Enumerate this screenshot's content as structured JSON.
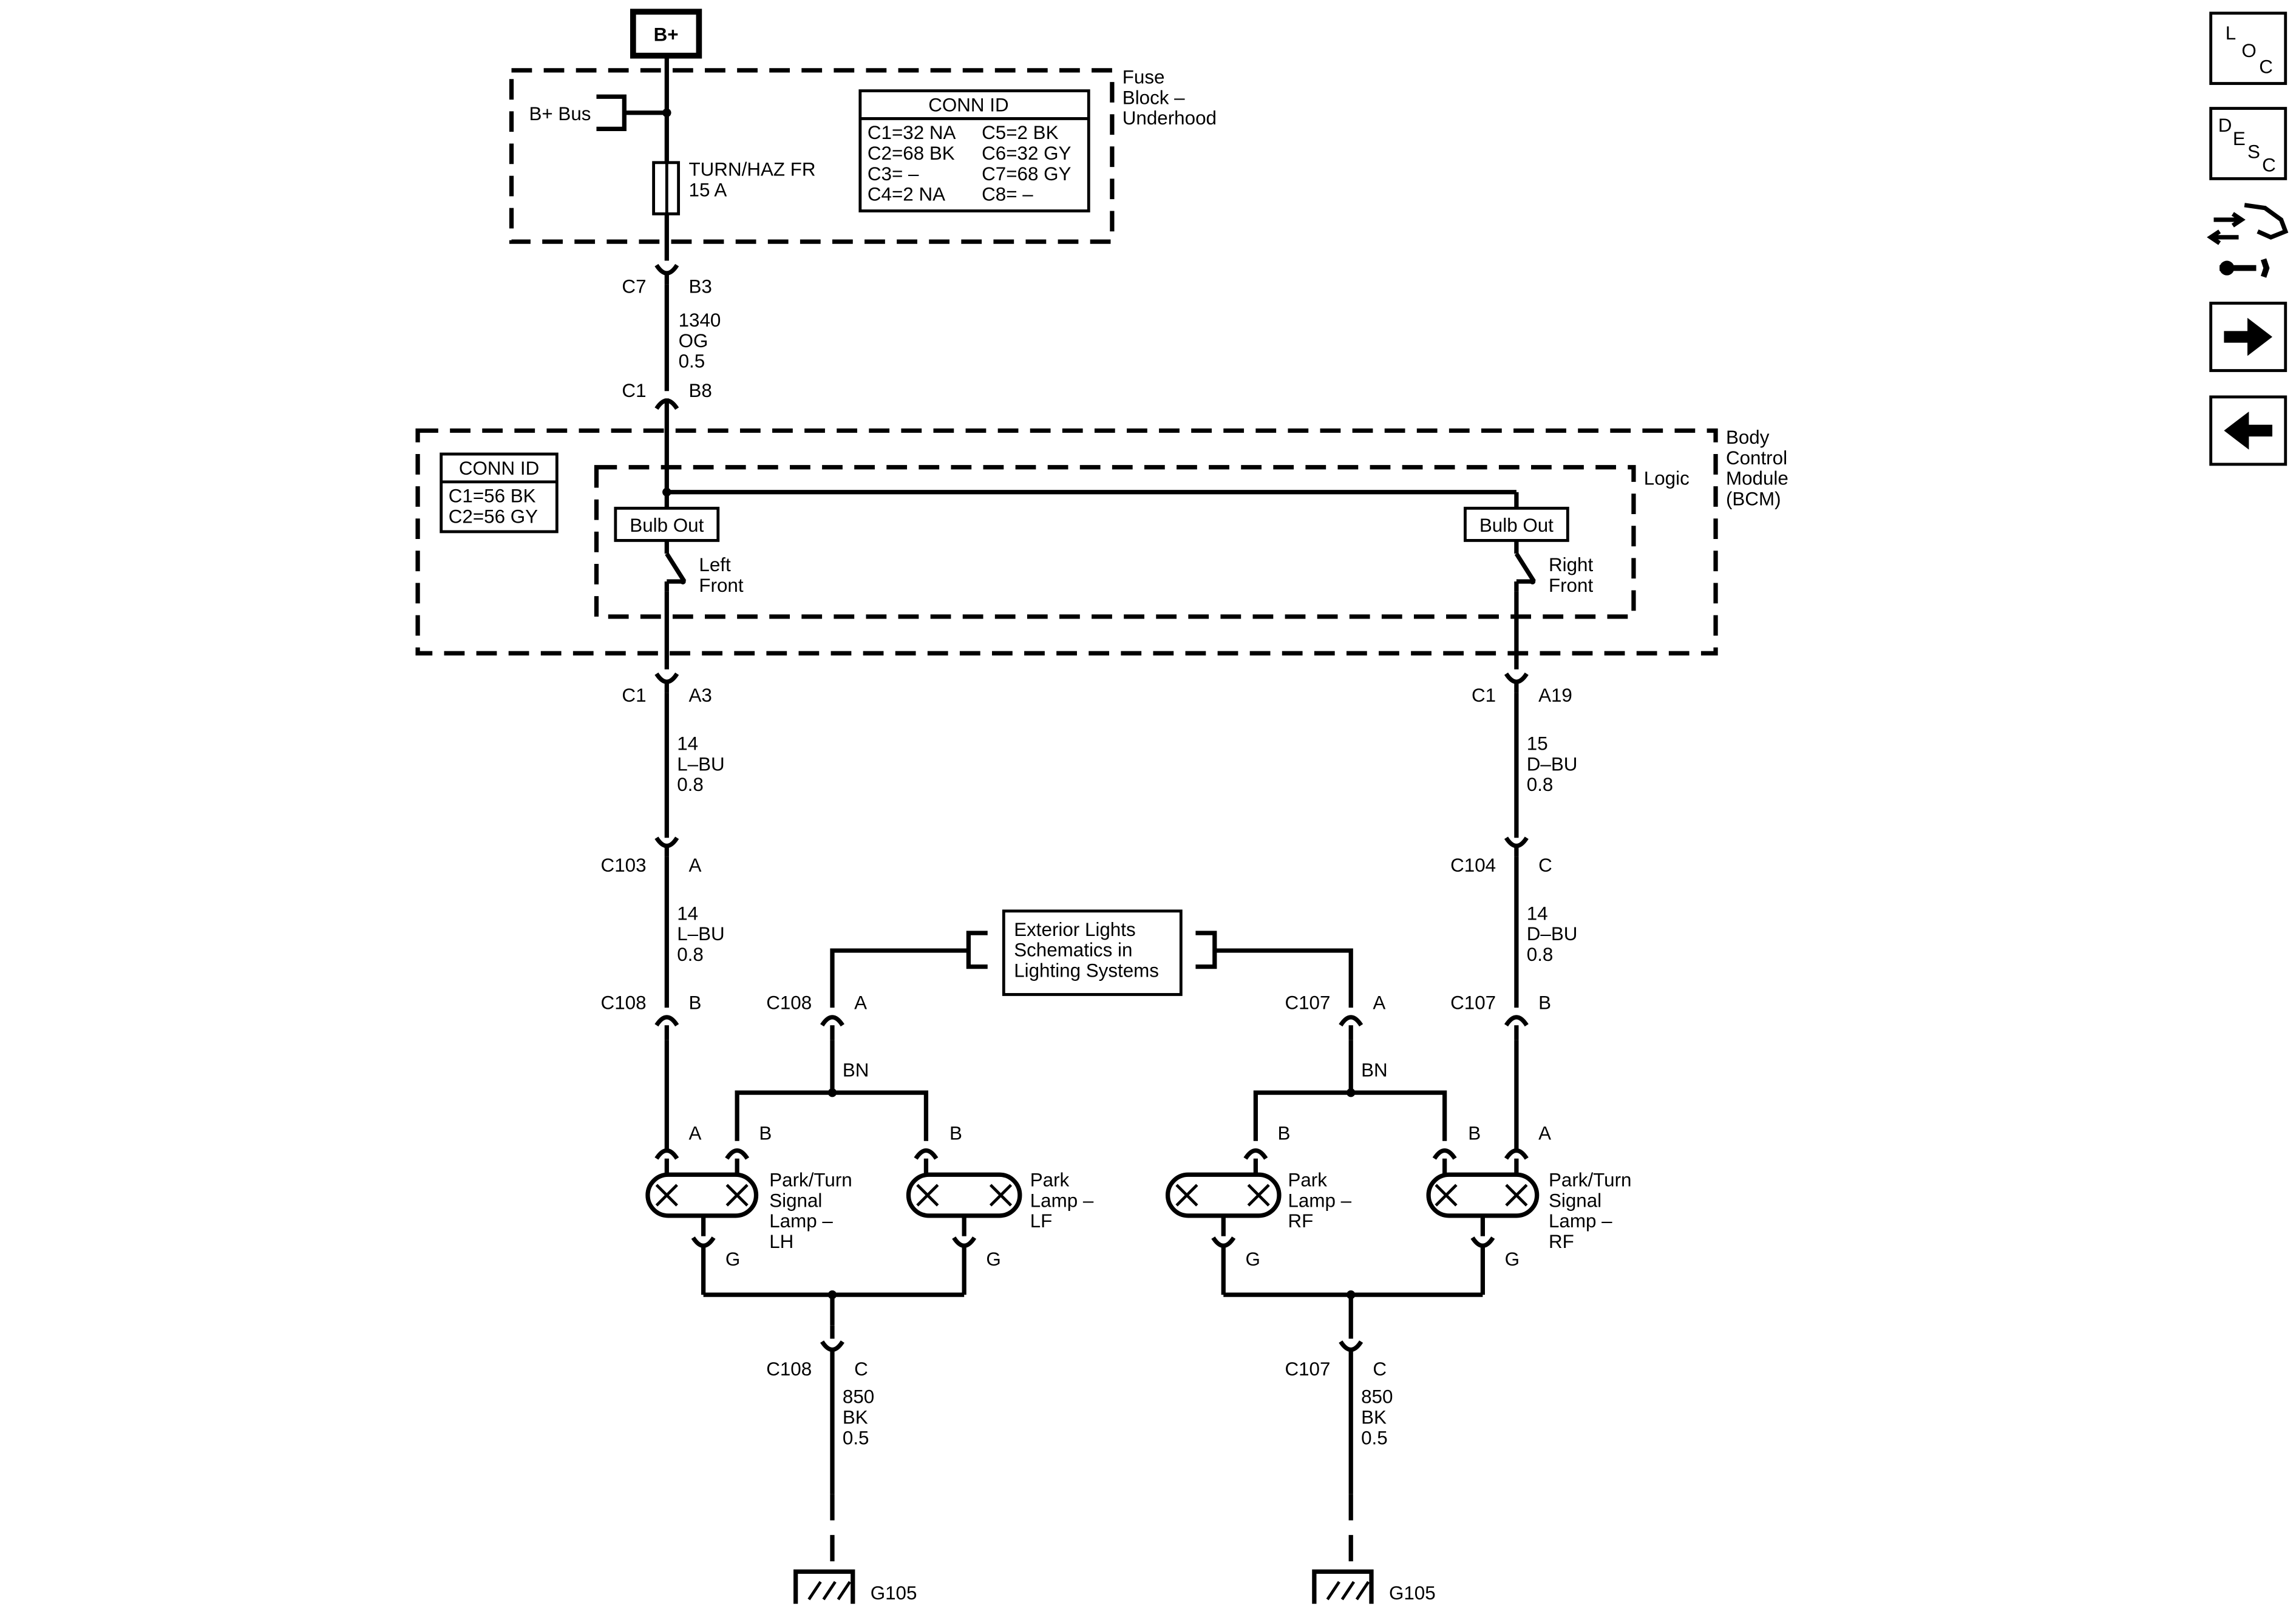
{
  "source": {
    "label": "B+"
  },
  "fuse_block": {
    "title_lines": [
      "Fuse",
      "Block –",
      "Underhood"
    ],
    "bus_label": "B+ Bus",
    "fuse_lines": [
      "TURN/HAZ FR",
      "15 A"
    ],
    "conn_id": {
      "header": "CONN ID",
      "rows": [
        [
          "C1=32 NA",
          "C5=2 BK"
        ],
        [
          "C2=68 BK",
          "C6=32 GY"
        ],
        [
          "C3= –",
          "C7=68 GY"
        ],
        [
          "C4=2 NA",
          "C8= –"
        ]
      ]
    }
  },
  "feed_wire": {
    "top_connector": {
      "id": "C7",
      "pin": "B3"
    },
    "wire": [
      "1340",
      "OG",
      "0.5"
    ],
    "bottom_connector": {
      "id": "C1",
      "pin": "B8"
    }
  },
  "bcm": {
    "title_lines": [
      "Body",
      "Control",
      "Module",
      "(BCM)"
    ],
    "logic_label": "Logic",
    "conn_id": {
      "header": "CONN ID",
      "rows": [
        "C1=56 BK",
        "C2=56 GY"
      ]
    },
    "left_driver": {
      "label": "Bulb Out",
      "switch_lines": [
        "Left",
        "Front"
      ]
    },
    "right_driver": {
      "label": "Bulb Out",
      "switch_lines": [
        "Right",
        "Front"
      ]
    }
  },
  "left_circuit": {
    "bcm_connector": {
      "id": "C1",
      "pin": "A3"
    },
    "wire1": [
      "14",
      "L–BU",
      "0.8"
    ],
    "mid_connector": {
      "id": "C103",
      "pin": "A"
    },
    "wire2": [
      "14",
      "L–BU",
      "0.8"
    ],
    "lamp_connector": {
      "id": "C108",
      "pin": "B"
    }
  },
  "right_circuit": {
    "bcm_connector": {
      "id": "C1",
      "pin": "A19"
    },
    "wire1": [
      "15",
      "D–BU",
      "0.8"
    ],
    "mid_connector": {
      "id": "C104",
      "pin": "C"
    },
    "wire2": [
      "14",
      "D–BU",
      "0.8"
    ],
    "lamp_connector": {
      "id": "C107",
      "pin": "B"
    }
  },
  "reference_box": {
    "lines": [
      "Exterior Lights",
      "Schematics in",
      "Lighting Systems"
    ]
  },
  "park_feeds": {
    "left": {
      "id": "C108",
      "pin": "A",
      "wire": "BN"
    },
    "right": {
      "id": "C107",
      "pin": "A",
      "wire": "BN"
    }
  },
  "lamps": {
    "lh_turn": {
      "pin_turn": "A",
      "pin_park": "B",
      "pin_ground": "G",
      "label_lines": [
        "Park/Turn",
        "Signal",
        "Lamp –",
        "LH"
      ]
    },
    "lf_park": {
      "pin_park": "B",
      "pin_ground": "G",
      "label_lines": [
        "Park",
        "Lamp –",
        "LF"
      ]
    },
    "rf_park": {
      "pin_park": "B",
      "pin_ground": "G",
      "label_lines": [
        "Park",
        "Lamp –",
        "RF"
      ]
    },
    "rf_turn": {
      "pin_turn": "A",
      "pin_park": "B",
      "pin_ground": "G",
      "label_lines": [
        "Park/Turn",
        "Signal",
        "Lamp –",
        "RF"
      ]
    }
  },
  "grounds": {
    "left": {
      "connector": {
        "id": "C108",
        "pin": "C"
      },
      "wire": [
        "850",
        "BK",
        "0.5"
      ],
      "label": "G105"
    },
    "right": {
      "connector": {
        "id": "C107",
        "pin": "C"
      },
      "wire": [
        "850",
        "BK",
        "0.5"
      ],
      "label": "G105"
    }
  },
  "nav": {
    "loc": [
      "L",
      "O",
      "C"
    ],
    "desc": [
      "D",
      "E",
      "S",
      "C"
    ],
    "items": [
      "loc",
      "desc",
      "diagnostic",
      "next",
      "previous"
    ]
  }
}
